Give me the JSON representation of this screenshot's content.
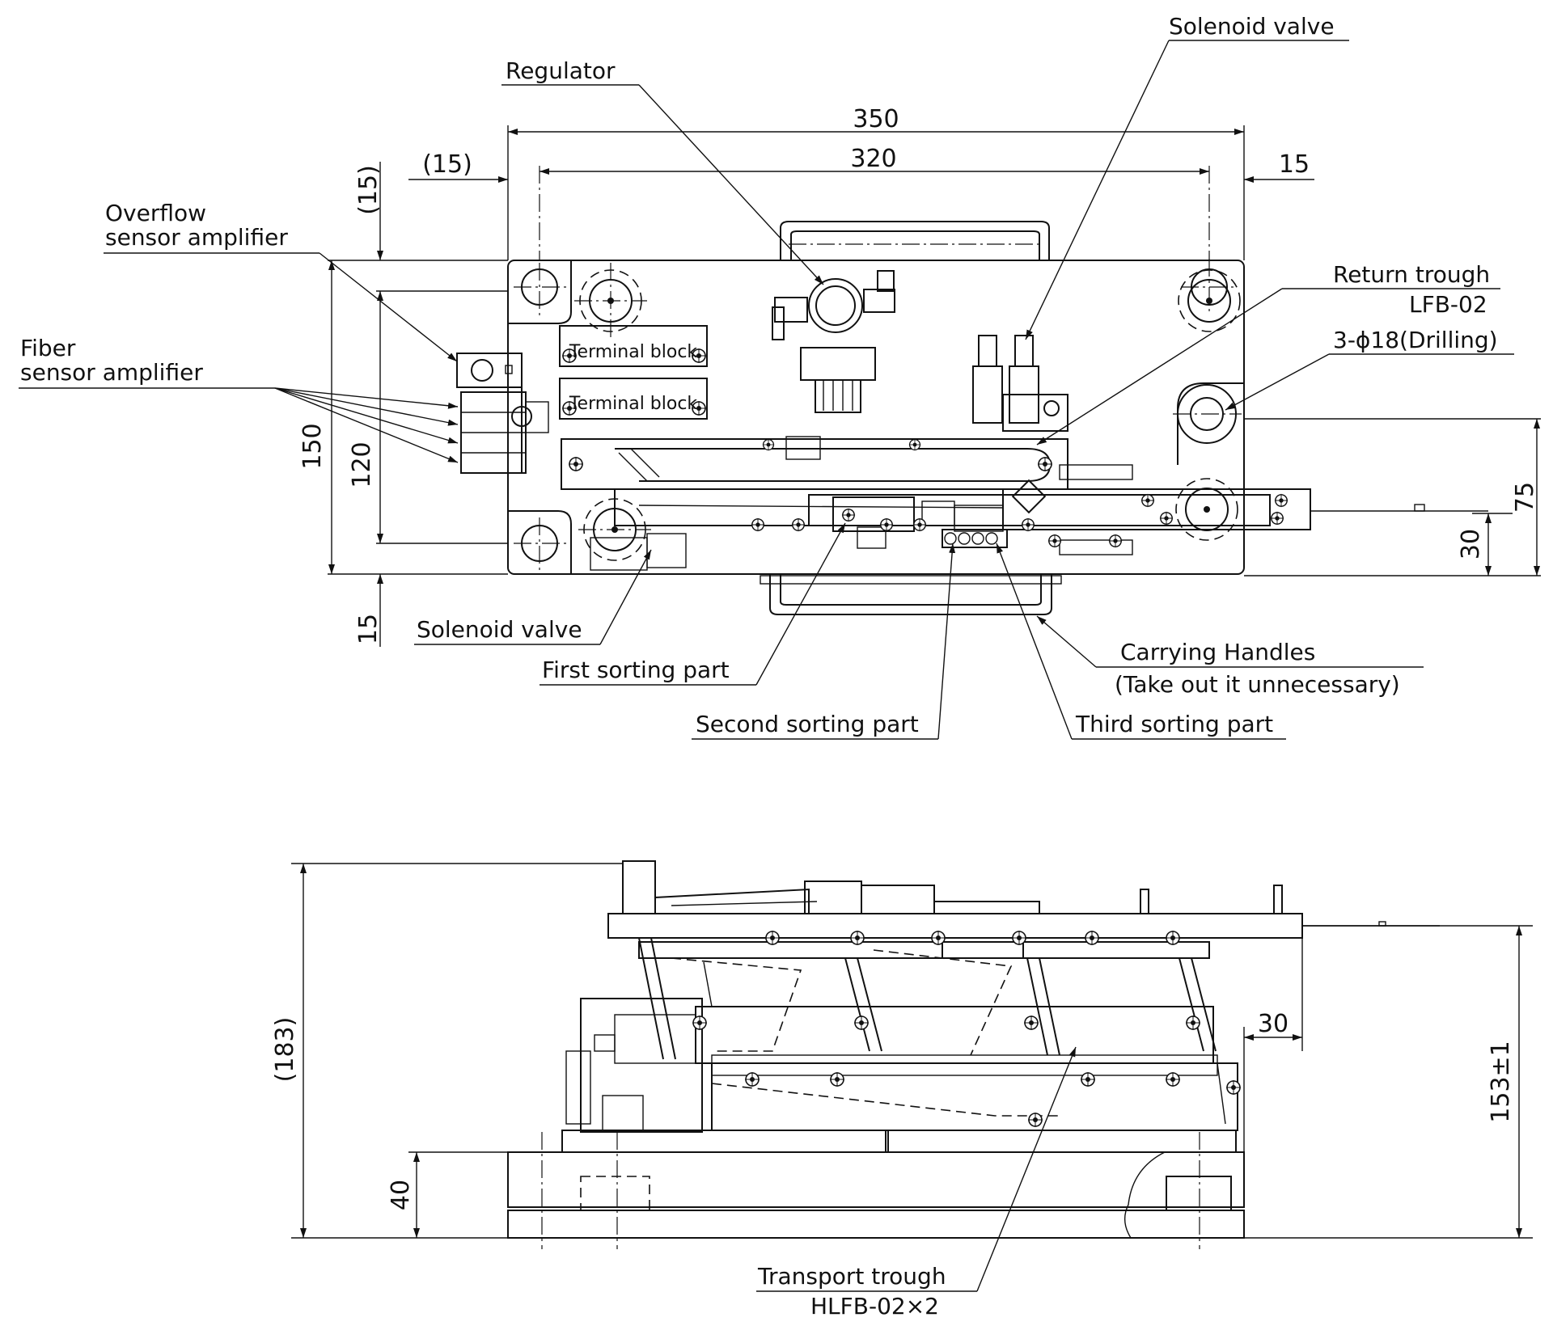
{
  "top_view": {
    "labels": {
      "solenoid_valve_top": "Solenoid valve",
      "regulator": "Regulator",
      "overflow_amp_1": "Overflow",
      "overflow_amp_2": "sensor amplifier",
      "fiber_amp_1": "Fiber",
      "fiber_amp_2": "sensor amplifier",
      "return_trough_1": "Return trough",
      "return_trough_2": "LFB-02",
      "drilling": "3-ϕ18(Drilling)",
      "terminal_block_1": "Terminal block",
      "terminal_block_2": "Terminal block",
      "solenoid_valve_bottom": "Solenoid valve",
      "first_sorting": "First sorting part",
      "second_sorting": "Second sorting part",
      "third_sorting": "Third sorting part",
      "carrying_handles_1": "Carrying Handles",
      "carrying_handles_2": "(Take out it unnecessary)"
    },
    "dimensions": {
      "overall_width": "350",
      "hole_pitch_width": "320",
      "left_offset": "(15)",
      "right_offset": "15",
      "top_offset": "(15)",
      "bottom_offset": "15",
      "overall_depth": "150",
      "hole_pitch_depth": "120",
      "hole_height": "75",
      "trough_height": "30"
    }
  },
  "side_view": {
    "labels": {
      "transport_trough_1": "Transport trough",
      "transport_trough_2": "HLFB-02×2"
    },
    "dimensions": {
      "overall_height": "(183)",
      "working_height": "153±1",
      "base_height": "40",
      "overhang": "30"
    }
  }
}
